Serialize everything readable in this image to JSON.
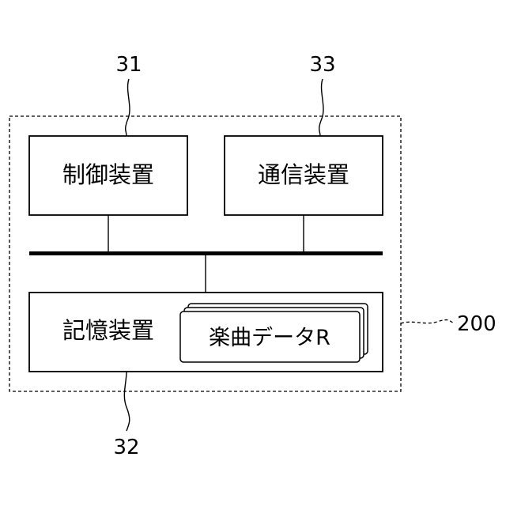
{
  "system": {
    "ref": "200"
  },
  "blocks": {
    "control": {
      "label": "制御装置",
      "ref": "31"
    },
    "communication": {
      "label": "通信装置",
      "ref": "33"
    },
    "storage": {
      "label": "記憶装置",
      "ref": "32"
    }
  },
  "music_data": {
    "label": "楽曲データR"
  }
}
